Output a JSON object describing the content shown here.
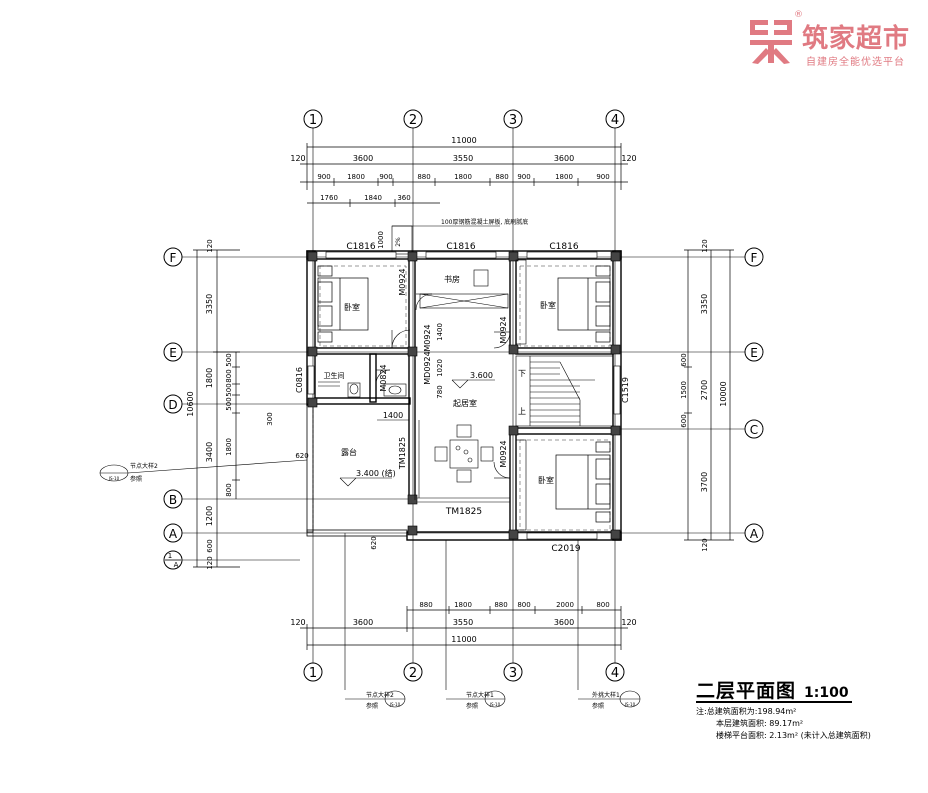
{
  "logo": {
    "name": "筑家超市",
    "slogan": "自建房全能优选平台",
    "reg": "®",
    "color": "#e07a82"
  },
  "title": {
    "main": "二层平面图",
    "scale": "1:100"
  },
  "stats": {
    "line1": "注:总建筑面积为:198.94m²",
    "line2": "本层建筑面积: 89.17m²",
    "line3": "楼梯平台面积: 2.13m² (未计入总建筑面积)"
  },
  "axes": {
    "v1": "1",
    "v2": "2",
    "v3": "3",
    "v4": "4",
    "hF": "F",
    "hE": "E",
    "hD": "D",
    "hC": "C",
    "hB": "B",
    "hA": "A",
    "h1A_top": "1",
    "h1A_bot": "A"
  },
  "dims": {
    "top_total": "11000",
    "top_120l": "120",
    "top_120r": "120",
    "top_bay1": "3600",
    "top_bay2": "3550",
    "top_bay3": "3600",
    "top_s1": "900",
    "top_s2": "1800",
    "top_s3": "900",
    "top_s4": "880",
    "top_s5": "1800",
    "top_s6": "880",
    "top_s7": "900",
    "top_s8": "1800",
    "top_s9": "900",
    "top_t1": "1760",
    "top_t2": "1840",
    "top_t3": "360",
    "bot_total": "11000",
    "bot_120l": "120",
    "bot_120r": "120",
    "bot_bay1": "3600",
    "bot_bay2": "3550",
    "bot_bay3": "3600",
    "bot_s1": "880",
    "bot_s2": "1800",
    "bot_s3": "880",
    "bot_s4": "800",
    "bot_s5": "2000",
    "bot_s6": "800",
    "left_120t": "120",
    "left_3350": "3350",
    "left_1800": "1800",
    "left_10600": "10600",
    "left_3400": "3400",
    "left_1200": "1200",
    "left_600": "600",
    "left_120b": "120",
    "left_500a": "500",
    "left_800a": "800",
    "left_500b": "500",
    "left_500c": "500",
    "left_1800b": "1800",
    "left_800b": "800",
    "left_300": "300",
    "right_120t": "120",
    "right_3350": "3350",
    "right_2700": "2700",
    "right_10000": "10000",
    "right_3700": "3700",
    "right_120b": "120",
    "right_600": "600",
    "right_1500": "1500",
    "right_600b": "600",
    "inner_1400": "1400",
    "inner_1000": "1000",
    "inner_2": "2%",
    "inner_1400b": "1400",
    "inner_1020": "1020",
    "inner_780": "780",
    "inner_620a": "620",
    "inner_620b": "620"
  },
  "labels": {
    "note_top": "100厚钢筋混凝土屏板, 底刷腻底",
    "win_c1816a": "C1816",
    "win_c1816b": "C1816",
    "win_c1816c": "C1816",
    "win_c0816": "C0816",
    "win_c1519": "C1519",
    "win_c2019": "C2019",
    "door_m0924a": "M0924",
    "door_m0924b": "M0924",
    "door_m0924c": "M0924",
    "door_m0924d": "M0924",
    "door_md0924": "MD0924",
    "door_m0824": "M0824",
    "door_tm1825a": "TM1825",
    "door_tm1825b": "TM1825",
    "room_bed1": "卧室",
    "room_study": "书房",
    "room_bed2": "卧室",
    "room_bath": "卫生间",
    "room_living": "起居室",
    "room_terrace": "露台",
    "room_bed3": "卧室",
    "elev_living": "3.600",
    "elev_terrace": "3.400 (结)",
    "stair_down": "下",
    "stair_up": "上",
    "detail_left_label": "节点大样2",
    "detail_left_sub": "参照",
    "detail_b1_label": "节点大样2",
    "detail_b1_sub": "参照",
    "detail_b2_label": "节点大样1",
    "detail_b2_sub": "参照",
    "detail_b3_label": "外挑大样1",
    "detail_b3_sub": "参照",
    "detail_code": "JS-10"
  }
}
